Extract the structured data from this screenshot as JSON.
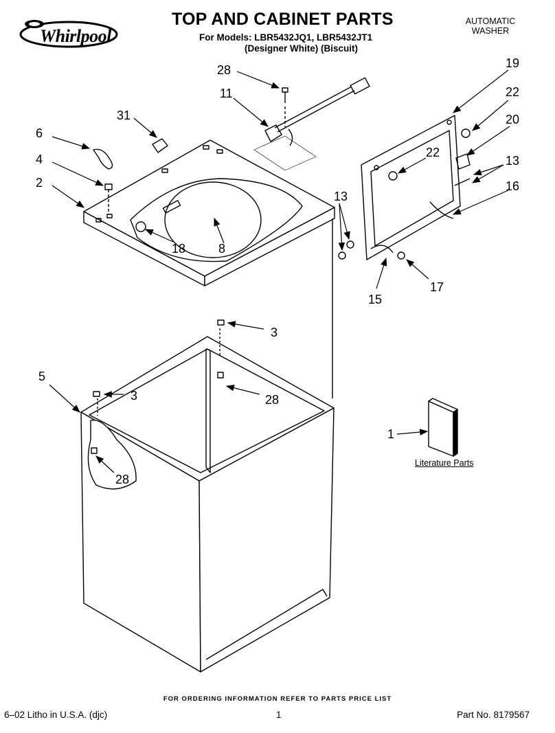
{
  "brand": {
    "name": "Whirlpool"
  },
  "header": {
    "title": "TOP AND CABINET PARTS",
    "models": "For Models: LBR5432JQ1, LBR5432JT1",
    "variants": "(Designer White)  (Biscuit)",
    "product_line1": "AUTOMATIC",
    "product_line2": "WASHER"
  },
  "diagram": {
    "callouts": [
      {
        "id": "c28a",
        "label": "28"
      },
      {
        "id": "c11",
        "label": "11"
      },
      {
        "id": "c31",
        "label": "31"
      },
      {
        "id": "c6",
        "label": "6"
      },
      {
        "id": "c4",
        "label": "4"
      },
      {
        "id": "c2",
        "label": "2"
      },
      {
        "id": "c18",
        "label": "18"
      },
      {
        "id": "c8",
        "label": "8"
      },
      {
        "id": "c19",
        "label": "19"
      },
      {
        "id": "c22a",
        "label": "22"
      },
      {
        "id": "c20",
        "label": "20"
      },
      {
        "id": "c22b",
        "label": "22"
      },
      {
        "id": "c13a",
        "label": "13"
      },
      {
        "id": "c16",
        "label": "16"
      },
      {
        "id": "c13b",
        "label": "13"
      },
      {
        "id": "c15",
        "label": "15"
      },
      {
        "id": "c17",
        "label": "17"
      },
      {
        "id": "c3a",
        "label": "3"
      },
      {
        "id": "c28b",
        "label": "28"
      },
      {
        "id": "c5",
        "label": "5"
      },
      {
        "id": "c3b",
        "label": "3"
      },
      {
        "id": "c28c",
        "label": "28"
      },
      {
        "id": "c1",
        "label": "1"
      }
    ],
    "literature_label": "Literature Parts"
  },
  "footer": {
    "ordering_note": "FOR ORDERING INFORMATION REFER TO PARTS PRICE LIST",
    "litho": "6–02 Litho in U.S.A. (djc)",
    "page_number": "1",
    "part_number": "Part No. 8179567"
  }
}
